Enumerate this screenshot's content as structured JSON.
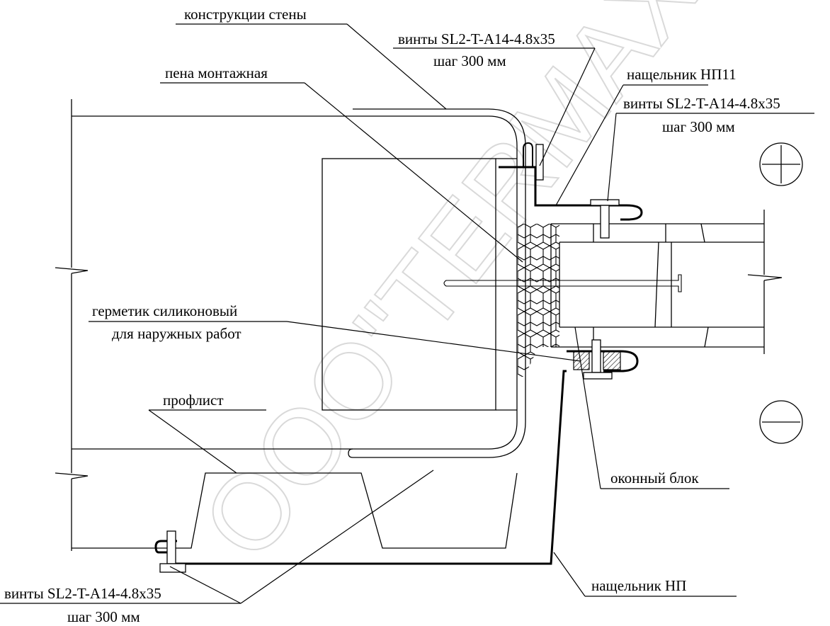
{
  "watermark": "ООО\"TERMAX\"",
  "labels": {
    "wall_construction": "конструкции стены",
    "screws_top": "винты SL2-T-A14-4.8x35",
    "screws_top_step": "шаг 300 мм",
    "mounting_foam": "пена монтажная",
    "flashing_np11": "нащельник НП11",
    "screws_right": "винты SL2-T-A14-4.8x35",
    "screws_right_step": "шаг 300 мм",
    "sealant_line1": "герметик силиконовый",
    "sealant_line2": "для наружных работ",
    "profiled_sheet": "профлист",
    "window_block": "оконный блок",
    "screws_bottom": "винты SL2-T-A14-4.8x35",
    "screws_bottom_step": "шаг 300 мм",
    "flashing_np": "нащельник НП"
  },
  "symbols": {
    "plus_sign": "+",
    "minus_sign": "−"
  }
}
